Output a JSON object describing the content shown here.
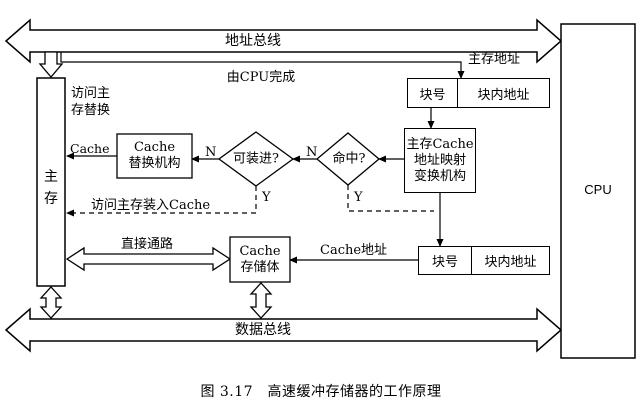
{
  "figure": {
    "caption": "图 3.17　高速缓冲存储器的工作原理"
  },
  "buses": {
    "address_bus": "地址总线",
    "data_bus": "数据总线"
  },
  "cpu": {
    "label": "CPU"
  },
  "main_memory": {
    "line1": "主",
    "line2": "存"
  },
  "labels": {
    "main_memory_address": "主存地址",
    "done_by_cpu": "由CPU完成",
    "access_replace_line1": "访问主",
    "access_replace_line2": "存替换",
    "cache_out": "Cache",
    "access_load_cache": "访问主存装入Cache",
    "direct_path": "直接通路",
    "cache_address": "Cache地址",
    "no_1": "N",
    "no_2": "N",
    "yes_1": "Y",
    "yes_2": "Y"
  },
  "address_register_top": {
    "block_no": "块号",
    "block_offset": "块内地址"
  },
  "address_register_bottom": {
    "block_no": "块号",
    "block_offset": "块内地址"
  },
  "mapping_unit": {
    "line1": "主存Cache",
    "line2": "地址映射",
    "line3": "变换机构"
  },
  "replacement_unit": {
    "line1": "Cache",
    "line2": "替换机构"
  },
  "cache_storage": {
    "line1": "Cache",
    "line2": "存储体"
  },
  "decisions": {
    "hit": "命中?",
    "loadable": "可装进?"
  }
}
